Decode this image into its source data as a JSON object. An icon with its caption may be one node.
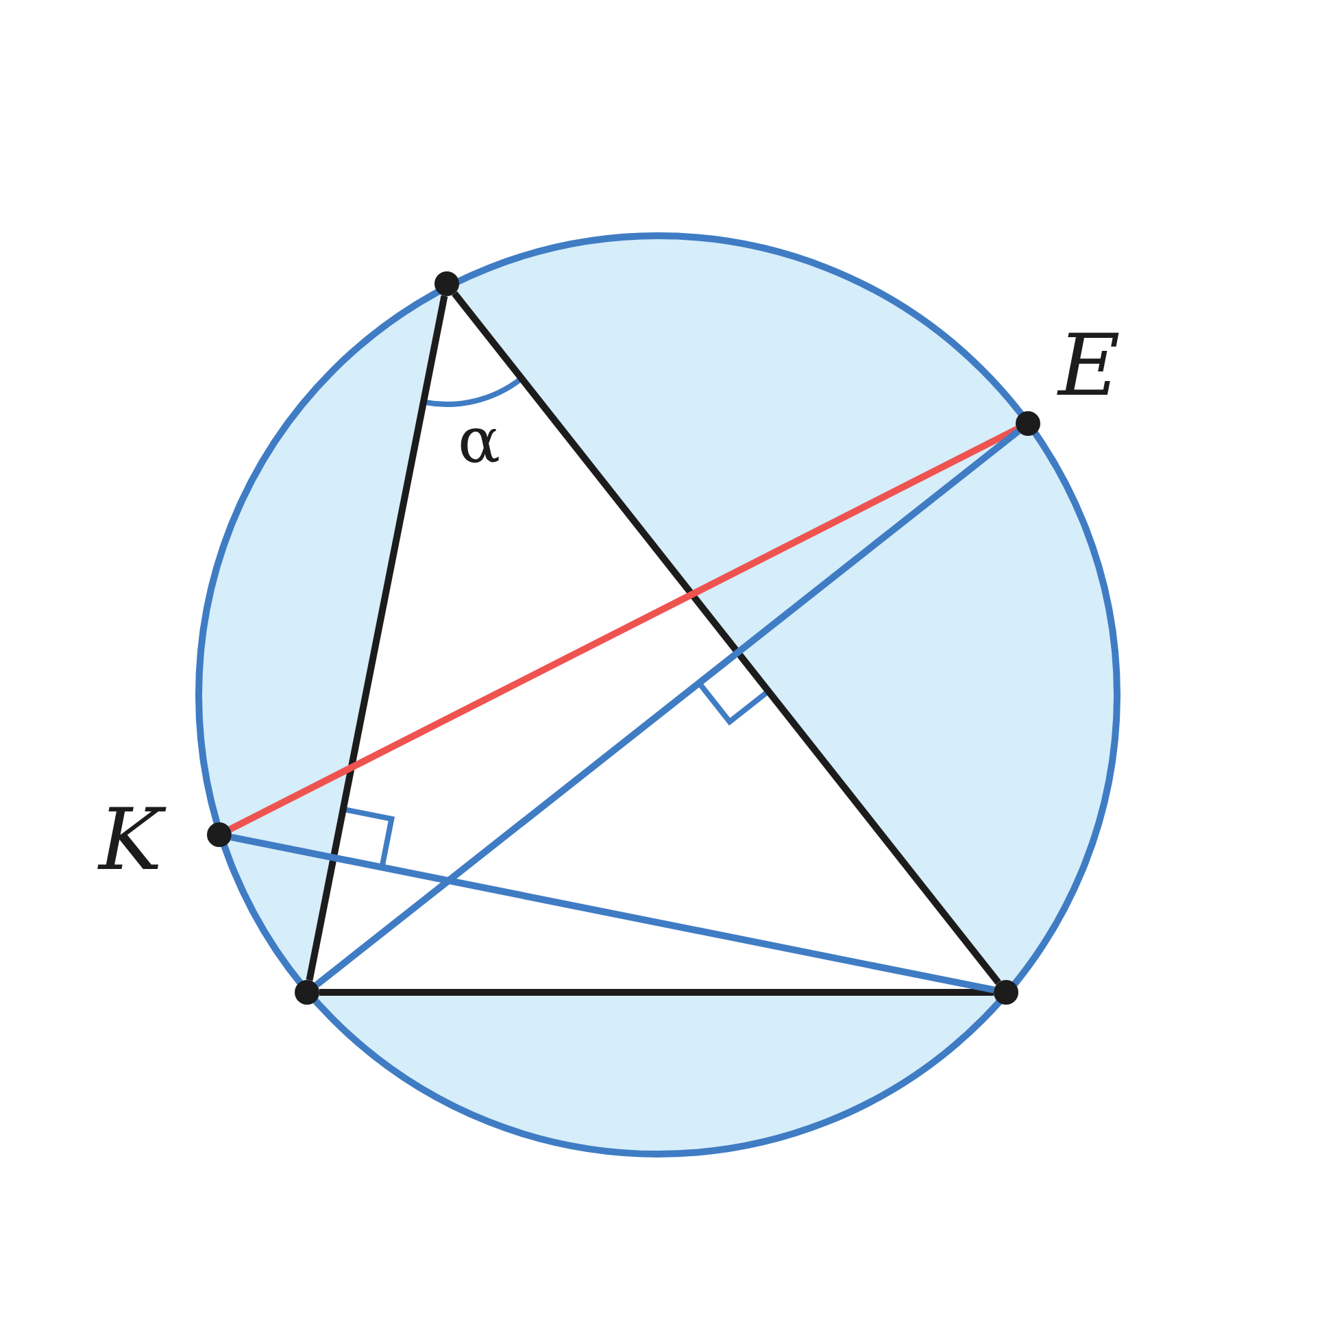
{
  "diagram": {
    "nodes": [
      {
        "text": [],
        "shape": "circle"
      },
      {
        "text": [],
        "shape": "circle",
        "beside": [
          "E"
        ]
      },
      {
        "text": [],
        "shape": "circle",
        "beside": [
          "K"
        ]
      },
      {
        "text": [],
        "shape": "circle"
      },
      {
        "text": [],
        "shape": "circle"
      }
    ],
    "edges": [
      {
        "from": 0,
        "to": 3,
        "arrow": "none"
      },
      {
        "from": 0,
        "to": 4,
        "arrow": "none"
      },
      {
        "from": 3,
        "to": 4,
        "arrow": "none"
      },
      {
        "from": 2,
        "to": 1,
        "arrow": "none",
        "color": "#ef5350"
      },
      {
        "from": 3,
        "to": 1,
        "arrow": "none",
        "color": "#3f7cc4"
      },
      {
        "from": 2,
        "to": 4,
        "arrow": "none",
        "color": "#3f7cc4"
      }
    ],
    "labels": [
      "α"
    ]
  }
}
